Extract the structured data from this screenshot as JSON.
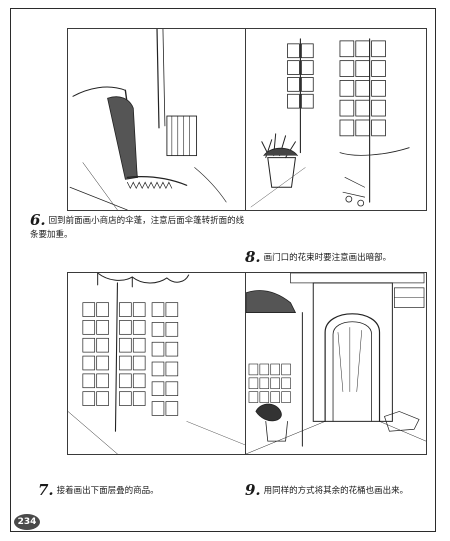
{
  "steps": [
    {
      "number": "6.",
      "text": "回到前面画小商店的伞蓬，注意后面伞蓬转折面的线条要加重。"
    },
    {
      "number": "8.",
      "text": "画门口的花束时要注意画出暗部。"
    },
    {
      "number": "7.",
      "text": "接着画出下面层叠的商品。"
    },
    {
      "number": "9.",
      "text": "用同样的方式将其余的花桶也画出来。"
    }
  ],
  "page_number": "234"
}
